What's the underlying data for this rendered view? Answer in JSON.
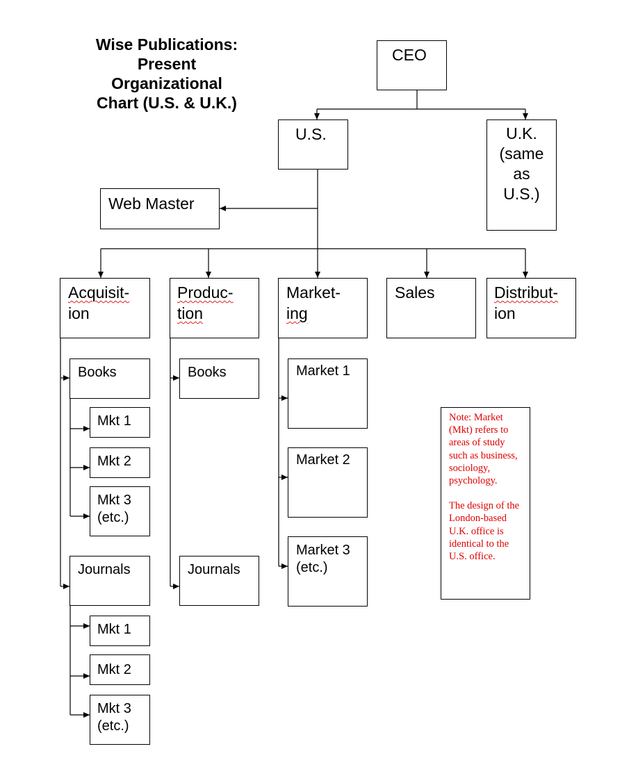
{
  "title": {
    "line1": "Wise Publications:",
    "line2": "Present",
    "line3": "Organizational",
    "line4": "Chart (U.S. & U.K.)"
  },
  "nodes": {
    "ceo": "CEO",
    "us": "U.S.",
    "uk": {
      "line1": "U.K.",
      "line2": "(same",
      "line3": "as",
      "line4": "U.S.)"
    },
    "web_master": "Web Master",
    "acquisition": {
      "line1": "Acquisit-",
      "line2": "ion"
    },
    "production": {
      "line1": "Produc-",
      "line2": "tion"
    },
    "marketing": {
      "line1": "Market-",
      "line2": "ing"
    },
    "sales": "Sales",
    "distribution": {
      "line1": "Distribut-",
      "line2": "ion"
    },
    "acq_books": "Books",
    "acq_books_mkt1": "Mkt 1",
    "acq_books_mkt2": "Mkt 2",
    "acq_books_mkt3": {
      "line1": "Mkt 3",
      "line2": "(etc.)"
    },
    "acq_journals": "Journals",
    "acq_journals_mkt1": "Mkt 1",
    "acq_journals_mkt2": "Mkt 2",
    "acq_journals_mkt3": {
      "line1": "Mkt 3",
      "line2": "(etc.)"
    },
    "prod_books": "Books",
    "prod_journals": "Journals",
    "mkt_market1": "Market 1",
    "mkt_market2": "Market 2",
    "mkt_market3": {
      "line1": "Market 3",
      "line2": "(etc.)"
    }
  },
  "note": {
    "paragraph1": "Note: Market (Mkt) refers to areas of study such as business, sociology, psychology.",
    "paragraph2": "The design of the London-based U.K. office is identical to the U.S. office."
  },
  "colors": {
    "line": "#000000",
    "note_text": "#e00000",
    "spellcheck": "#e02020"
  }
}
